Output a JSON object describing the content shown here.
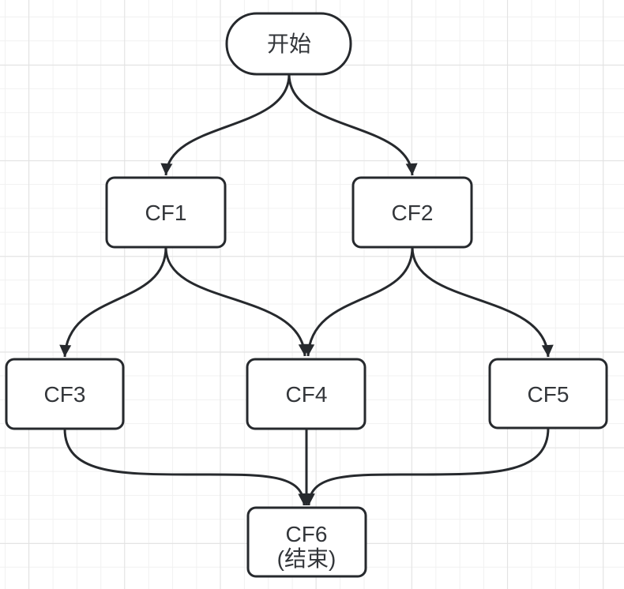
{
  "diagram": {
    "type": "flowchart",
    "background": "grid-canvas",
    "colors": {
      "stroke": "#26292d",
      "node_fill": "#ffffff",
      "text": "#33363a",
      "grid_minor": "#f1f1f1",
      "grid_major": "#e2e2e2",
      "canvas": "#ffffff"
    },
    "nodes": {
      "start": {
        "label": "开始",
        "shape": "stadium"
      },
      "cf1": {
        "label": "CF1",
        "shape": "rounded-rect"
      },
      "cf2": {
        "label": "CF2",
        "shape": "rounded-rect"
      },
      "cf3": {
        "label": "CF3",
        "shape": "rounded-rect"
      },
      "cf4": {
        "label": "CF4",
        "shape": "rounded-rect"
      },
      "cf5": {
        "label": "CF5",
        "shape": "rounded-rect"
      },
      "cf6": {
        "label": "CF6",
        "sublabel": "(结束)",
        "shape": "rounded-rect"
      }
    },
    "edges": [
      {
        "from": "start",
        "to": "cf1"
      },
      {
        "from": "start",
        "to": "cf2"
      },
      {
        "from": "cf1",
        "to": "cf3"
      },
      {
        "from": "cf1",
        "to": "cf4"
      },
      {
        "from": "cf2",
        "to": "cf4"
      },
      {
        "from": "cf2",
        "to": "cf5"
      },
      {
        "from": "cf3",
        "to": "cf6"
      },
      {
        "from": "cf4",
        "to": "cf6"
      },
      {
        "from": "cf5",
        "to": "cf6"
      }
    ]
  }
}
